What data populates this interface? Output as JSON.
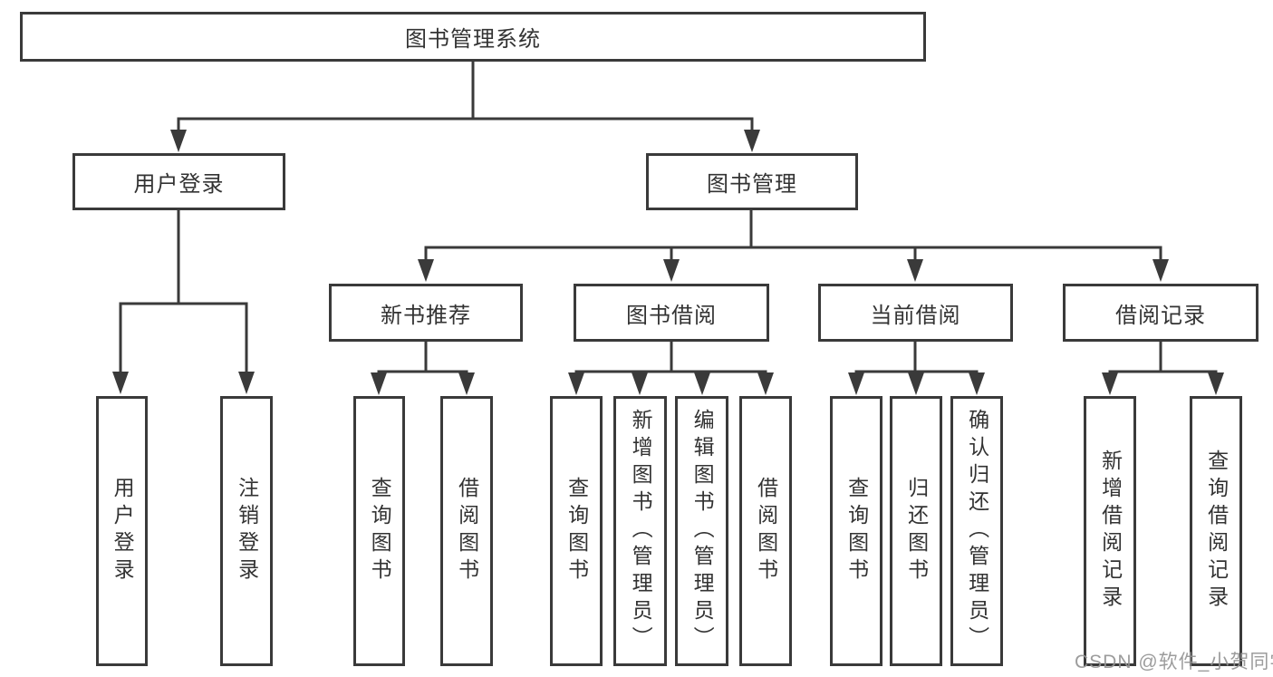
{
  "tree": {
    "root": {
      "label": "图书管理系统"
    },
    "children": [
      {
        "label": "用户登录",
        "children": [
          {
            "label": "用户登录"
          },
          {
            "label": "注销登录"
          }
        ]
      },
      {
        "label": "图书管理",
        "children": [
          {
            "label": "新书推荐",
            "children": [
              {
                "label": "查询图书"
              },
              {
                "label": "借阅图书"
              }
            ]
          },
          {
            "label": "图书借阅",
            "children": [
              {
                "label": "查询图书"
              },
              {
                "label": "新增图书（管理员）"
              },
              {
                "label": "编辑图书（管理员）"
              },
              {
                "label": "借阅图书"
              }
            ]
          },
          {
            "label": "当前借阅",
            "children": [
              {
                "label": "查询图书"
              },
              {
                "label": "归还图书"
              },
              {
                "label": "确认归还（管理员）"
              }
            ]
          },
          {
            "label": "借阅记录",
            "children": [
              {
                "label": "新增借阅记录"
              },
              {
                "label": "查询借阅记录"
              }
            ]
          }
        ]
      }
    ]
  },
  "watermark": {
    "text": "CSDN @软件_小贺同学"
  },
  "colors": {
    "line": "#3a3a3a",
    "text": "#333333",
    "watermark": "#949494",
    "background": "#ffffff"
  }
}
